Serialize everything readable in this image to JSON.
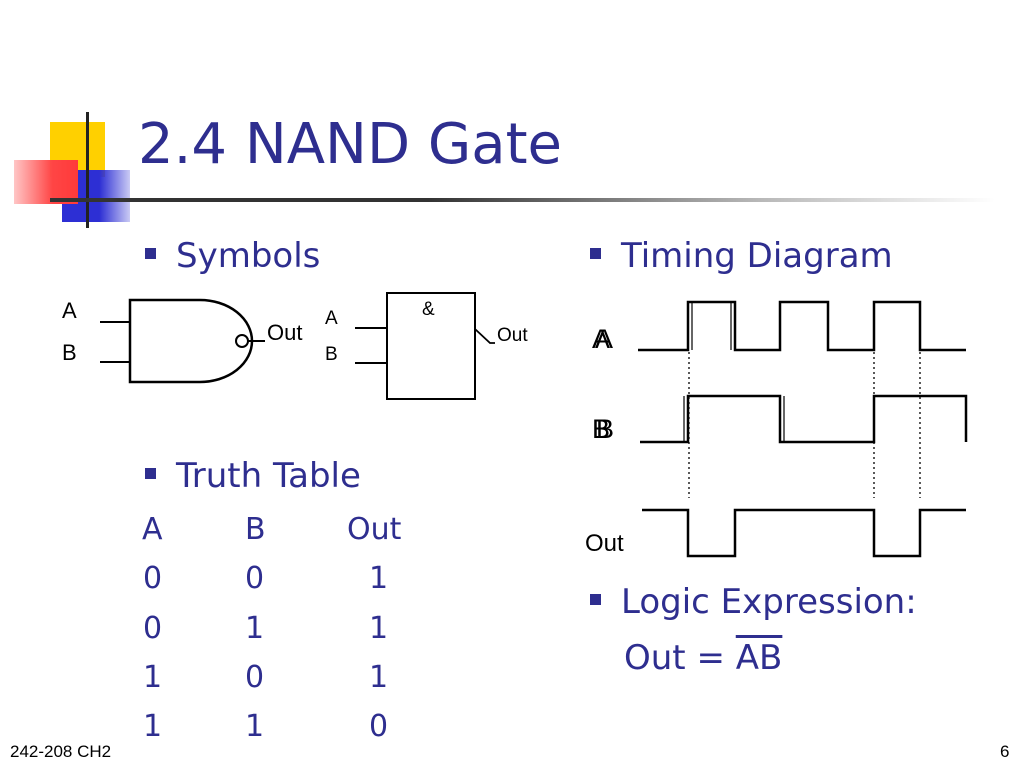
{
  "slide": {
    "title": "2.4 NAND Gate",
    "footer_left": "242-208 CH2",
    "page_number": "6"
  },
  "symbols": {
    "heading": "Symbols",
    "gate1": {
      "input_a": "A",
      "input_b": "B",
      "output": "Out"
    },
    "gate2": {
      "input_a": "A",
      "input_b": "B",
      "output": "Out",
      "function_label": "&"
    }
  },
  "truth_table": {
    "heading": "Truth Table",
    "headers": [
      "A",
      "B",
      "Out"
    ],
    "rows": [
      [
        "0",
        "0",
        "1"
      ],
      [
        "0",
        "1",
        "1"
      ],
      [
        "1",
        "0",
        "1"
      ],
      [
        "1",
        "1",
        "0"
      ]
    ]
  },
  "timing_diagram": {
    "heading": "Timing Diagram",
    "signal_a_label": "A",
    "signal_b_label": "B",
    "output_label": "Out"
  },
  "logic_expression": {
    "heading": "Logic Expression:",
    "lhs": "Out = ",
    "rhs": "AB"
  }
}
